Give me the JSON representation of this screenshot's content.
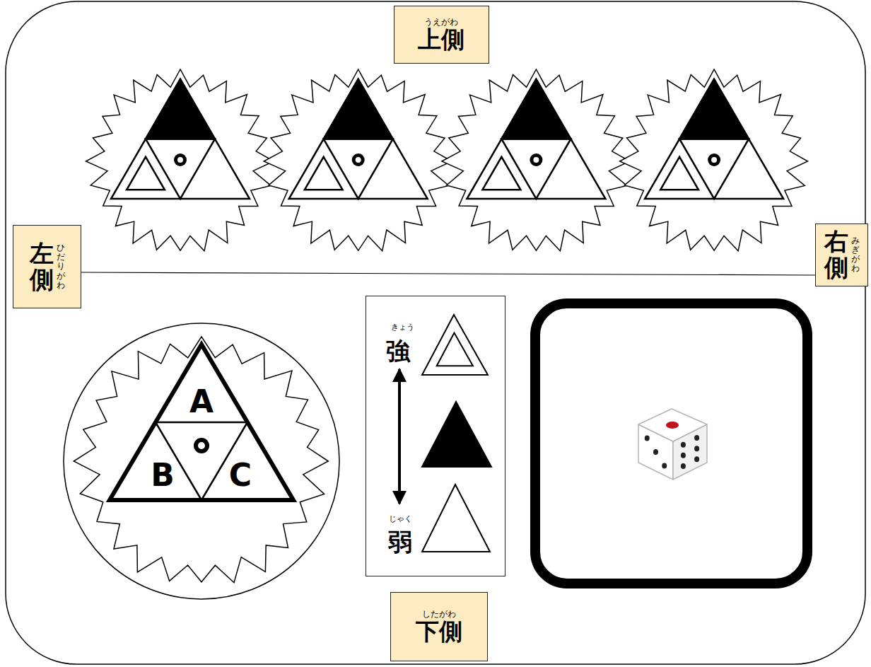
{
  "diagram": {
    "nodes": [
      {
        "text": [
          "うえがわ",
          "上側"
        ]
      },
      {
        "text": [
          "ひだりがわ",
          "左側"
        ]
      },
      {
        "text": [
          "みぎがわ",
          "右側"
        ]
      },
      {
        "text": [
          "A",
          "B",
          "C"
        ]
      },
      {
        "text": [
          "きょう",
          "強",
          "じゃく",
          "弱"
        ]
      },
      {
        "text": [
          "したがわ",
          "下側"
        ]
      }
    ]
  }
}
